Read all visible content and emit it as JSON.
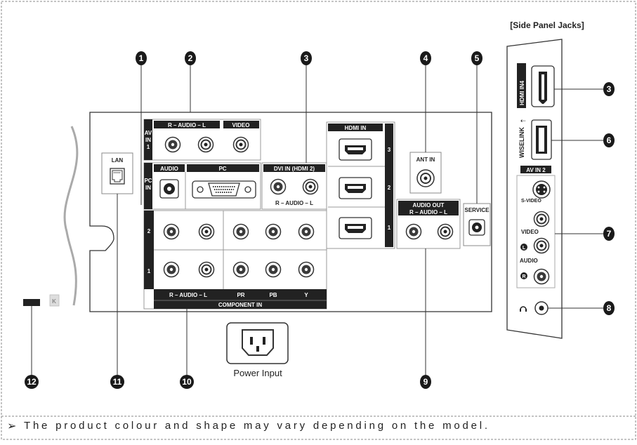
{
  "side_panel_title": "[Side Panel Jacks]",
  "footnote": {
    "arrow": "➢",
    "text": "The product colour and shape may vary depending on the model."
  },
  "power_label": "Power Input",
  "callouts": {
    "c1": "1",
    "c2": "2",
    "c3": "3",
    "c4": "4",
    "c5": "5",
    "c3b": "3",
    "c6": "6",
    "c7": "7",
    "c8": "8",
    "c9": "9",
    "c10": "10",
    "c11": "11",
    "c12": "12"
  },
  "labels": {
    "lan": "LAN",
    "av_in_1_a": "AV",
    "av_in_1_b": "IN",
    "av_in_1_c": "1",
    "pc_in_a": "PC",
    "pc_in_b": "IN",
    "audio_rl": "R – AUDIO – L",
    "video": "VIDEO",
    "audio": "AUDIO",
    "pc": "PC",
    "dvi_in": "DVI IN (HDMI 2)",
    "dvi_audio": "R – AUDIO – L",
    "hdmi_in": "HDMI IN",
    "hdmi_3": "3",
    "hdmi_2": "2",
    "hdmi_1": "1",
    "ant_in": "ANT IN",
    "service": "SERVICE",
    "audio_out": "AUDIO OUT",
    "audio_out_rl": "R – AUDIO – L",
    "comp_row2": "2",
    "comp_row1": "1",
    "comp_audio": "R – AUDIO – L",
    "pr": "PR",
    "pb": "PB",
    "y": "Y",
    "component_in": "COMPONENT IN",
    "hdmi_in4": "HDMI IN4",
    "wiselink": "WISELINK",
    "av_in2": "AV IN 2",
    "s_video": "S-VIDEO",
    "side_video": "VIDEO",
    "side_l": "L",
    "side_audio": "AUDIO",
    "side_r": "R"
  }
}
